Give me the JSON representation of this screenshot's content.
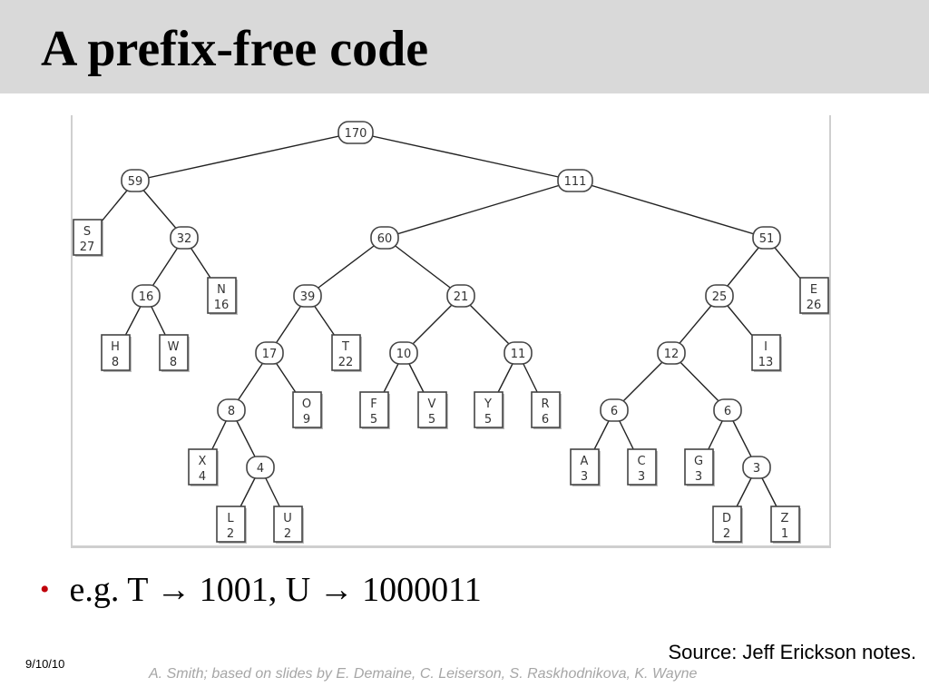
{
  "slide": {
    "title": "A prefix-free code",
    "bullet": "e.g. T → 1001,  U → 1000011",
    "source": "Source: Jeff Erickson notes.",
    "date": "9/10/10",
    "credit": "A. Smith; based on slides by E. Demaine, C. Leiserson, S. Raskhodnikova, K. Wayne"
  },
  "tree": {
    "internal_nodes": [
      {
        "id": "n170",
        "value": "170"
      },
      {
        "id": "n59",
        "value": "59"
      },
      {
        "id": "n111",
        "value": "111"
      },
      {
        "id": "n32",
        "value": "32"
      },
      {
        "id": "n60",
        "value": "60"
      },
      {
        "id": "n51",
        "value": "51"
      },
      {
        "id": "n16",
        "value": "16"
      },
      {
        "id": "n39",
        "value": "39"
      },
      {
        "id": "n21",
        "value": "21"
      },
      {
        "id": "n25",
        "value": "25"
      },
      {
        "id": "n17",
        "value": "17"
      },
      {
        "id": "n10",
        "value": "10"
      },
      {
        "id": "n11",
        "value": "11"
      },
      {
        "id": "n12",
        "value": "12"
      },
      {
        "id": "n8",
        "value": "8"
      },
      {
        "id": "n6a",
        "value": "6"
      },
      {
        "id": "n6b",
        "value": "6"
      },
      {
        "id": "n4",
        "value": "4"
      },
      {
        "id": "n3",
        "value": "3"
      }
    ],
    "leaves": [
      {
        "id": "S",
        "letter": "S",
        "count": "27"
      },
      {
        "id": "N",
        "letter": "N",
        "count": "16"
      },
      {
        "id": "H",
        "letter": "H",
        "count": "8"
      },
      {
        "id": "W",
        "letter": "W",
        "count": "8"
      },
      {
        "id": "T",
        "letter": "T",
        "count": "22"
      },
      {
        "id": "O",
        "letter": "O",
        "count": "9"
      },
      {
        "id": "X",
        "letter": "X",
        "count": "4"
      },
      {
        "id": "L",
        "letter": "L",
        "count": "2"
      },
      {
        "id": "U",
        "letter": "U",
        "count": "2"
      },
      {
        "id": "F",
        "letter": "F",
        "count": "5"
      },
      {
        "id": "V",
        "letter": "V",
        "count": "5"
      },
      {
        "id": "Y",
        "letter": "Y",
        "count": "5"
      },
      {
        "id": "R",
        "letter": "R",
        "count": "6"
      },
      {
        "id": "E",
        "letter": "E",
        "count": "26"
      },
      {
        "id": "I",
        "letter": "I",
        "count": "13"
      },
      {
        "id": "A",
        "letter": "A",
        "count": "3"
      },
      {
        "id": "C",
        "letter": "C",
        "count": "3"
      },
      {
        "id": "G",
        "letter": "G",
        "count": "3"
      },
      {
        "id": "D",
        "letter": "D",
        "count": "2"
      },
      {
        "id": "Z",
        "letter": "Z",
        "count": "1"
      }
    ],
    "edges": [
      [
        "n170",
        "n59"
      ],
      [
        "n170",
        "n111"
      ],
      [
        "n59",
        "S"
      ],
      [
        "n59",
        "n32"
      ],
      [
        "n32",
        "n16"
      ],
      [
        "n32",
        "N"
      ],
      [
        "n16",
        "H"
      ],
      [
        "n16",
        "W"
      ],
      [
        "n111",
        "n60"
      ],
      [
        "n111",
        "n51"
      ],
      [
        "n60",
        "n39"
      ],
      [
        "n60",
        "n21"
      ],
      [
        "n39",
        "n17"
      ],
      [
        "n39",
        "T"
      ],
      [
        "n17",
        "n8"
      ],
      [
        "n17",
        "O"
      ],
      [
        "n8",
        "X"
      ],
      [
        "n8",
        "n4"
      ],
      [
        "n4",
        "L"
      ],
      [
        "n4",
        "U"
      ],
      [
        "n21",
        "n10"
      ],
      [
        "n21",
        "n11"
      ],
      [
        "n10",
        "F"
      ],
      [
        "n10",
        "V"
      ],
      [
        "n11",
        "Y"
      ],
      [
        "n11",
        "R"
      ],
      [
        "n51",
        "n25"
      ],
      [
        "n51",
        "E"
      ],
      [
        "n25",
        "n12"
      ],
      [
        "n25",
        "I"
      ],
      [
        "n12",
        "n6a"
      ],
      [
        "n12",
        "n6b"
      ],
      [
        "n6a",
        "A"
      ],
      [
        "n6a",
        "C"
      ],
      [
        "n6b",
        "G"
      ],
      [
        "n6b",
        "n3"
      ],
      [
        "n3",
        "D"
      ],
      [
        "n3",
        "Z"
      ]
    ]
  },
  "colors": {
    "title_bar": "#d9d9d9",
    "bullet": "#c0000a",
    "node_stroke": "#444444",
    "footer_credit": "#a6a6a6"
  }
}
